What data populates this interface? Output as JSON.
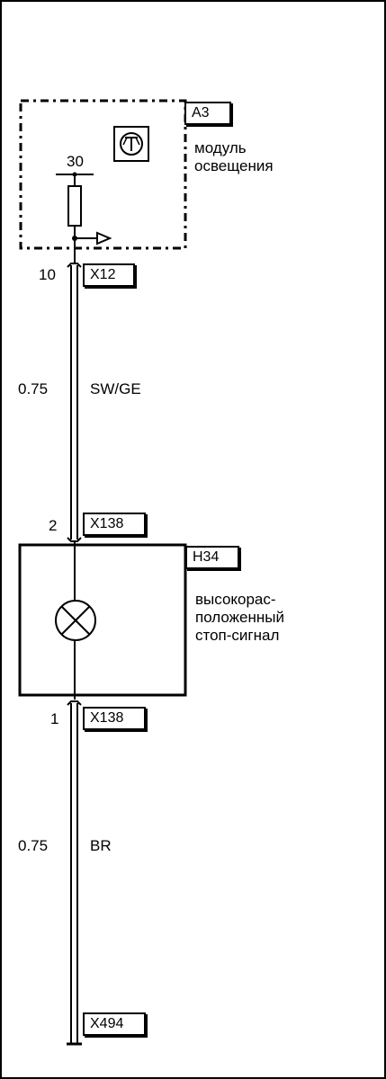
{
  "module": {
    "ref": "A3",
    "name_line1": "модуль",
    "name_line2": "освещения",
    "terminal": "30"
  },
  "lamp": {
    "ref": "H34",
    "name_line1": "высокорас-",
    "name_line2": "положенный",
    "name_line3": "стоп-сигнал"
  },
  "connectors": {
    "x12": {
      "label": "X12",
      "pin": "10"
    },
    "x138_top": {
      "label": "X138",
      "pin": "2"
    },
    "x138_bottom": {
      "label": "X138",
      "pin": "1"
    },
    "x494": {
      "label": "X494"
    }
  },
  "wires": {
    "upper": {
      "gauge": "0.75",
      "color": "SW/GE"
    },
    "lower": {
      "gauge": "0.75",
      "color": "BR"
    }
  }
}
